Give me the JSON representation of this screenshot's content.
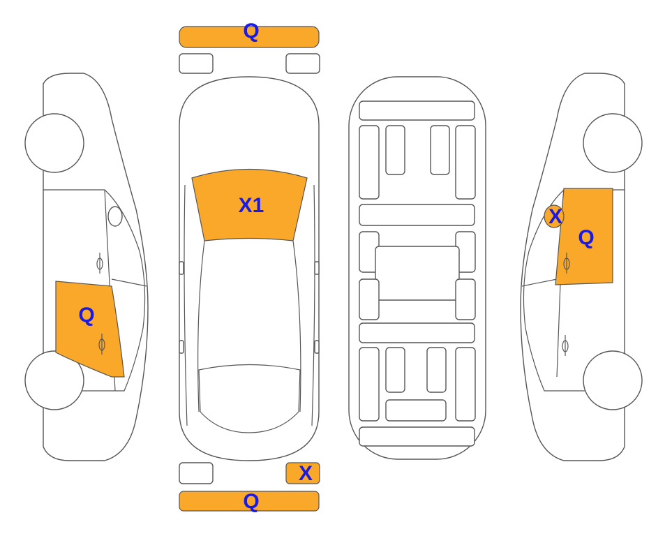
{
  "colors": {
    "damage_fill": "#F9A82A",
    "label": "#1A1AE6",
    "outline": "#555555"
  },
  "marks": {
    "front_bumper": "Q",
    "hood": "X1",
    "left_rear_door": "Q",
    "right_rear_door": "Q",
    "right_rear_window": "X",
    "rear_right_light": "X",
    "rear_bumper": "Q"
  }
}
